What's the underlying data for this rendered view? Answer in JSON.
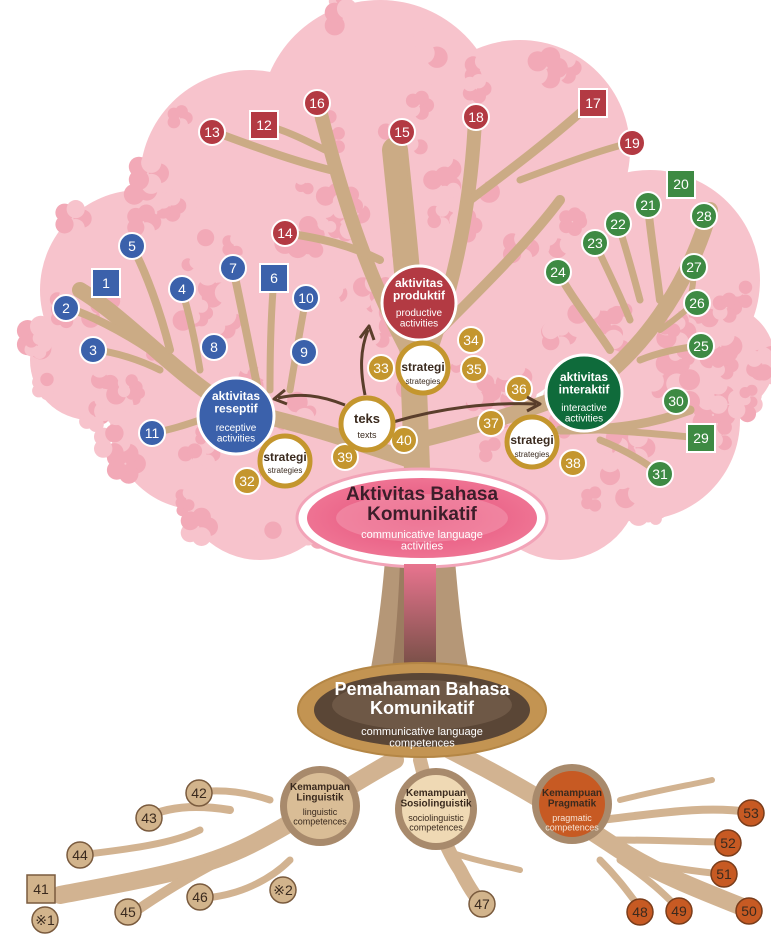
{
  "colors": {
    "foliage": "#f7c3cc",
    "foliage_dark": "#f2a9b7",
    "branch": "#c8a784",
    "branch_dark": "#a98565",
    "trunk": "#8a6c52",
    "receptive": "#3b61ab",
    "productive": "#b33a43",
    "interactive": "#3e8a43",
    "strategy": "#c4962e",
    "root_node": "#d2b48c",
    "pragmatic": "#c75a23",
    "main_pink": "#e85c82",
    "main_brown": "#5a4636"
  },
  "hubs": {
    "receptive": {
      "title": "aktivitas\nreseptif",
      "subtitle": "receptive\nactivities"
    },
    "productive": {
      "title": "aktivitas\nproduktif",
      "subtitle": "productive\nactivities"
    },
    "interactive": {
      "title": "aktivitas\ninteraktif",
      "subtitle": "interactive\nactivities"
    },
    "texts": {
      "title": "teks",
      "subtitle": "texts"
    },
    "strategy_left": {
      "title": "strategi",
      "subtitle": "strategies"
    },
    "strategy_center": {
      "title": "strategi",
      "subtitle": "strategies"
    },
    "strategy_right": {
      "title": "strategi",
      "subtitle": "strategies"
    }
  },
  "activities_main": {
    "title": "Aktivitas Bahasa\nKomunikatif",
    "subtitle": "communicative language\nactivities"
  },
  "competences_main": {
    "title": "Pemahaman Bahasa\nKomunikatif",
    "subtitle": "communicative language\ncompetences"
  },
  "roots": {
    "linguistic": {
      "title": "Kemampuan\nLinguistik",
      "subtitle": "linguistic\ncompetences"
    },
    "sociolinguistic": {
      "title": "Kemampuan\nSosiolinguistik",
      "subtitle": "sociolinguistic\ncompetences"
    },
    "pragmatic": {
      "title": "Kemampuan\nPragmatik",
      "subtitle": "pragmatic\ncompetences"
    }
  },
  "markers": [
    {
      "label": "1",
      "group": "receptive",
      "shape": "square"
    },
    {
      "label": "2",
      "group": "receptive",
      "shape": "circle"
    },
    {
      "label": "3",
      "group": "receptive",
      "shape": "circle"
    },
    {
      "label": "4",
      "group": "receptive",
      "shape": "circle"
    },
    {
      "label": "5",
      "group": "receptive",
      "shape": "circle"
    },
    {
      "label": "6",
      "group": "receptive",
      "shape": "square"
    },
    {
      "label": "7",
      "group": "receptive",
      "shape": "circle"
    },
    {
      "label": "8",
      "group": "receptive",
      "shape": "circle"
    },
    {
      "label": "9",
      "group": "receptive",
      "shape": "circle"
    },
    {
      "label": "10",
      "group": "receptive",
      "shape": "circle"
    },
    {
      "label": "11",
      "group": "receptive",
      "shape": "circle"
    },
    {
      "label": "12",
      "group": "productive",
      "shape": "square"
    },
    {
      "label": "13",
      "group": "productive",
      "shape": "circle"
    },
    {
      "label": "14",
      "group": "productive",
      "shape": "circle"
    },
    {
      "label": "15",
      "group": "productive",
      "shape": "circle"
    },
    {
      "label": "16",
      "group": "productive",
      "shape": "circle"
    },
    {
      "label": "17",
      "group": "productive",
      "shape": "square"
    },
    {
      "label": "18",
      "group": "productive",
      "shape": "circle"
    },
    {
      "label": "19",
      "group": "productive",
      "shape": "circle"
    },
    {
      "label": "20",
      "group": "interactive",
      "shape": "square"
    },
    {
      "label": "21",
      "group": "interactive",
      "shape": "circle"
    },
    {
      "label": "22",
      "group": "interactive",
      "shape": "circle"
    },
    {
      "label": "23",
      "group": "interactive",
      "shape": "circle"
    },
    {
      "label": "24",
      "group": "interactive",
      "shape": "circle"
    },
    {
      "label": "25",
      "group": "interactive",
      "shape": "circle"
    },
    {
      "label": "26",
      "group": "interactive",
      "shape": "circle"
    },
    {
      "label": "27",
      "group": "interactive",
      "shape": "circle"
    },
    {
      "label": "28",
      "group": "interactive",
      "shape": "circle"
    },
    {
      "label": "29",
      "group": "interactive",
      "shape": "square"
    },
    {
      "label": "30",
      "group": "interactive",
      "shape": "circle"
    },
    {
      "label": "31",
      "group": "interactive",
      "shape": "circle"
    },
    {
      "label": "32",
      "group": "strategy",
      "shape": "circle"
    },
    {
      "label": "33",
      "group": "strategy",
      "shape": "circle"
    },
    {
      "label": "34",
      "group": "strategy",
      "shape": "circle"
    },
    {
      "label": "35",
      "group": "strategy",
      "shape": "circle"
    },
    {
      "label": "36",
      "group": "strategy",
      "shape": "circle"
    },
    {
      "label": "37",
      "group": "strategy",
      "shape": "circle"
    },
    {
      "label": "38",
      "group": "strategy",
      "shape": "circle"
    },
    {
      "label": "39",
      "group": "strategy",
      "shape": "circle"
    },
    {
      "label": "40",
      "group": "strategy",
      "shape": "circle"
    },
    {
      "label": "41",
      "group": "linguistic",
      "shape": "square"
    },
    {
      "label": "42",
      "group": "linguistic",
      "shape": "circle"
    },
    {
      "label": "43",
      "group": "linguistic",
      "shape": "circle"
    },
    {
      "label": "44",
      "group": "linguistic",
      "shape": "circle"
    },
    {
      "label": "45",
      "group": "linguistic",
      "shape": "circle"
    },
    {
      "label": "46",
      "group": "linguistic",
      "shape": "circle"
    },
    {
      "label": "※1",
      "group": "linguistic",
      "shape": "circle"
    },
    {
      "label": "※2",
      "group": "linguistic",
      "shape": "circle"
    },
    {
      "label": "47",
      "group": "linguistic",
      "shape": "circle"
    },
    {
      "label": "48",
      "group": "pragmatic",
      "shape": "circle"
    },
    {
      "label": "49",
      "group": "pragmatic",
      "shape": "circle"
    },
    {
      "label": "50",
      "group": "pragmatic",
      "shape": "circle"
    },
    {
      "label": "51",
      "group": "pragmatic",
      "shape": "circle"
    },
    {
      "label": "52",
      "group": "pragmatic",
      "shape": "circle"
    },
    {
      "label": "53",
      "group": "pragmatic",
      "shape": "circle"
    }
  ]
}
